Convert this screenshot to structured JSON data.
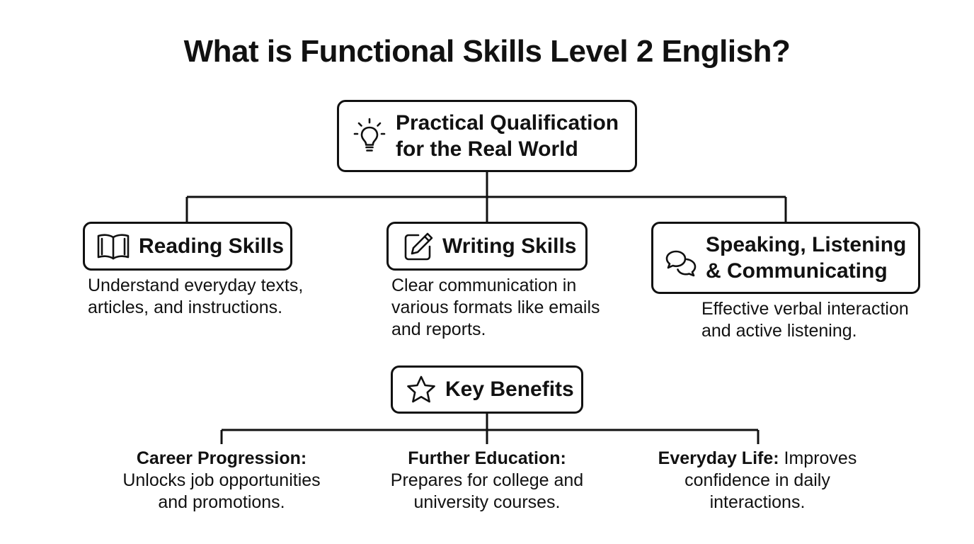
{
  "title": "What is Functional Skills Level 2 English?",
  "root": {
    "icon": "lightbulb-icon",
    "line1": "Practical Qualification",
    "line2": "for the Real World"
  },
  "skills": [
    {
      "icon": "open-book-icon",
      "label": "Reading Skills",
      "desc": [
        "Understand everyday texts,",
        "articles, and instructions."
      ]
    },
    {
      "icon": "pencil-edit-icon",
      "label": "Writing Skills",
      "desc": [
        "Clear communication in",
        "various formats like emails",
        "and reports."
      ]
    },
    {
      "icon": "chat-bubbles-icon",
      "line1": "Speaking, Listening",
      "line2": "& Communicating",
      "desc": [
        "Effective verbal interaction",
        "and active listening."
      ]
    }
  ],
  "benefits_box": {
    "icon": "star-icon",
    "label": "Key Benefits"
  },
  "benefits": [
    {
      "head": "Career Progression:",
      "lines": [
        "Unlocks job opportunities",
        "and promotions."
      ]
    },
    {
      "head": "Further Education:",
      "lines": [
        "Prepares for college and",
        "university courses."
      ]
    },
    {
      "head": "Everyday Life:",
      "first_rest": " Improves",
      "lines": [
        "confidence in daily",
        "interactions."
      ]
    }
  ]
}
